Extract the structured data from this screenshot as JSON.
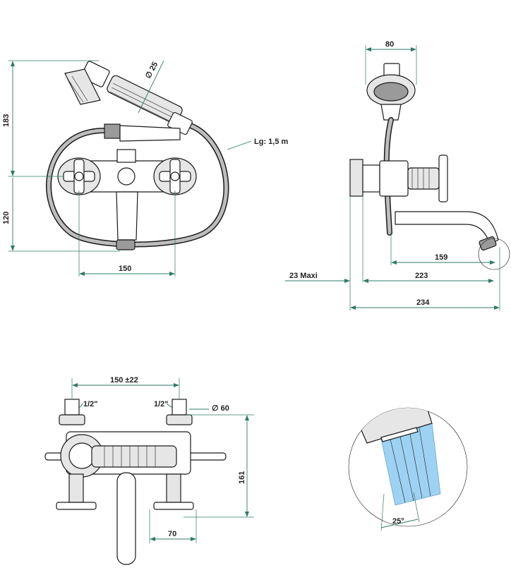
{
  "colors": {
    "dimension": "#2f7a67",
    "water": "#7ec3ee",
    "hose": "#bdbdbd",
    "line": "#1a1a1a"
  },
  "front_view": {
    "dim_diameter_hand_shower": "∅ 25",
    "dim_height_upper": "183",
    "dim_height_lower": "120",
    "dim_hose_length": "Lg: 1,5 m",
    "dim_spacing": "150"
  },
  "side_view": {
    "dim_shower_head_width": "80",
    "dim_spout_reach": "159",
    "dim_wall_gap": "23  Maxi",
    "dim_overall_reach": "223",
    "dim_total_depth": "234"
  },
  "top_view": {
    "dim_spacing_tolerance": "150 ±22",
    "thread_left": "1/2\"",
    "thread_right": "1/2\"",
    "dim_flange_diameter": "∅ 60",
    "dim_height": "161",
    "dim_offset": "70"
  },
  "detail_view": {
    "dim_spray_angle": "25°"
  }
}
